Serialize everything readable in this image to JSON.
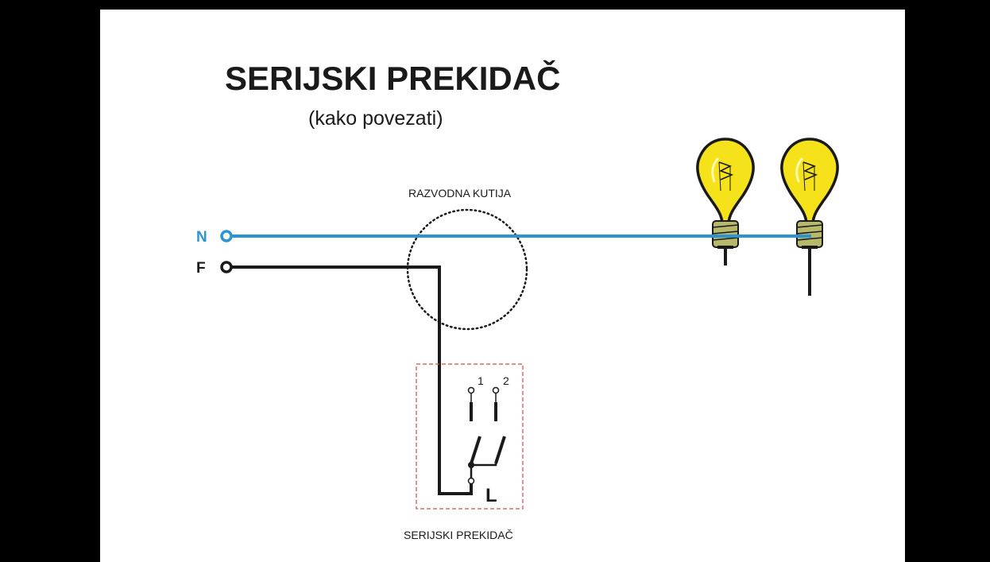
{
  "diagram": {
    "title": "SERIJSKI  PREKIDAČ",
    "subtitle": "(kako povezati)",
    "junction_box_label": "RAZVODNA  KUTIJA",
    "neutral_label": "N",
    "phase_label": "F",
    "switch_label": "SERIJSKI  PREKIDAČ",
    "switch_contact_1": "1",
    "switch_contact_2": "2",
    "switch_common": "L",
    "colors": {
      "neutral_wire": "#2a95d5",
      "phase_wire": "#1a1a1a",
      "bulb_glass": "#f5e21a",
      "bulb_base": "#b8b86a",
      "switch_box_border": "#d44a4a"
    }
  }
}
